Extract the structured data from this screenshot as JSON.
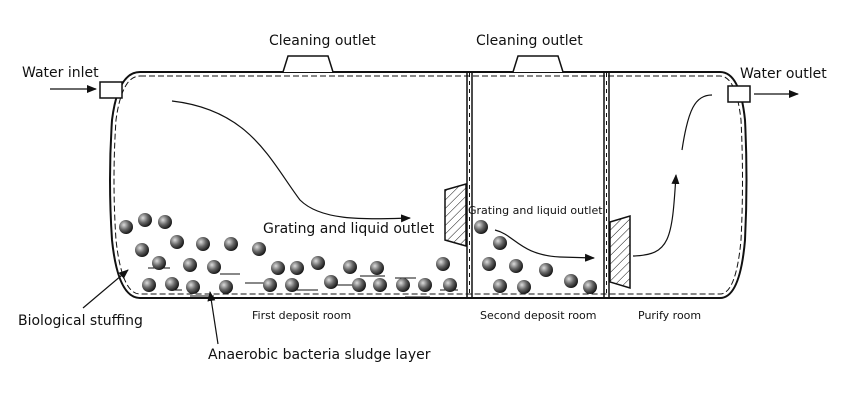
{
  "labels": {
    "water_inlet": "Water inlet",
    "water_outlet": "Water outlet",
    "cleaning_outlet_1": "Cleaning outlet",
    "cleaning_outlet_2": "Cleaning outlet",
    "grating_1": "Grating and liquid outlet",
    "grating_2": "Grating and liquid outlet",
    "biological_stuffing": "Biological stuffing",
    "sludge_layer": "Anaerobic bacteria sludge layer",
    "room_1": "First deposit room",
    "room_2": "Second deposit room",
    "room_3": "Purify room"
  },
  "colors": {
    "line": "#111111",
    "ball_dark": "#222222",
    "ball_light": "#dddddd"
  }
}
